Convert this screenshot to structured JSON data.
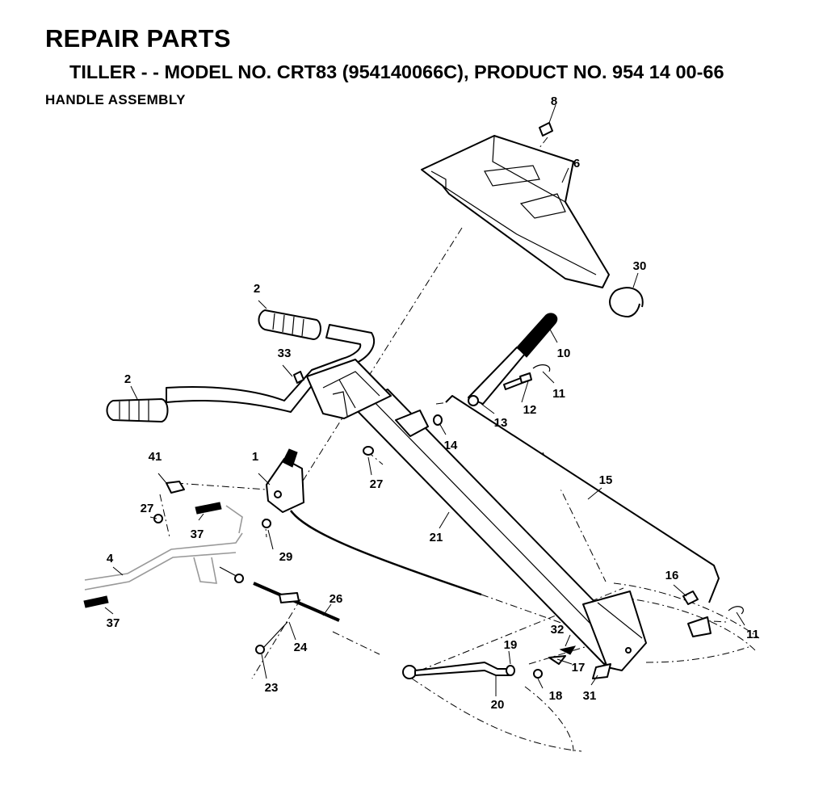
{
  "header": {
    "title": "REPAIR PARTS",
    "subtitle": "TILLER - - MODEL NO. CRT83 (954140066C), PRODUCT NO. 954 14 00-66",
    "section": "HANDLE ASSEMBLY"
  },
  "callouts": {
    "p1": "1",
    "p2a": "2",
    "p2b": "2",
    "p4": "4",
    "p6": "6",
    "p8": "8",
    "p10": "10",
    "p11a": "11",
    "p11b": "11",
    "p12": "12",
    "p13": "13",
    "p14": "14",
    "p15": "15",
    "p16": "16",
    "p17": "17",
    "p18": "18",
    "p19": "19",
    "p20": "20",
    "p21": "21",
    "p23": "23",
    "p24": "24",
    "p26": "26",
    "p27a": "27",
    "p27b": "27",
    "p29": "29",
    "p30": "30",
    "p31": "31",
    "p32": "32",
    "p33": "33",
    "p37a": "37",
    "p37b": "37",
    "p41": "41"
  }
}
